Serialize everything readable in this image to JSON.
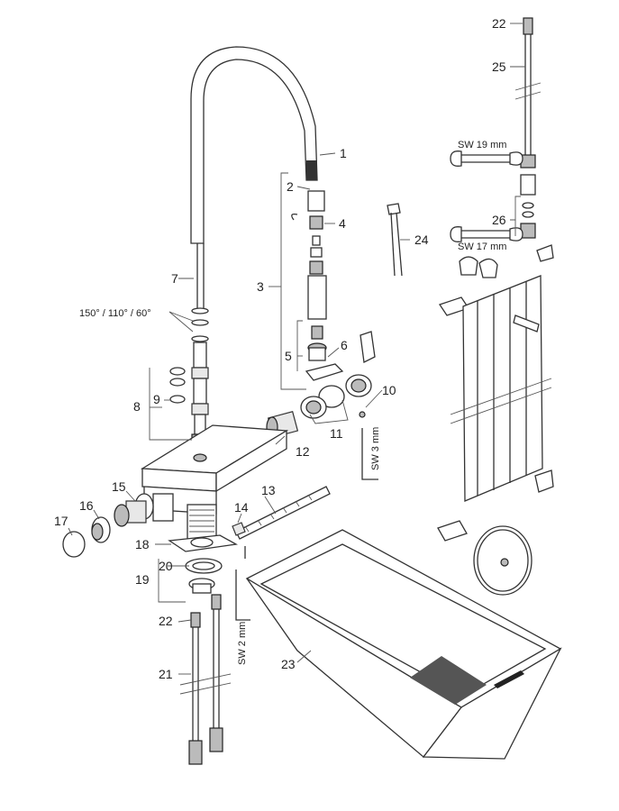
{
  "labels": {
    "p1": "1",
    "p2": "2",
    "p3": "3",
    "p4": "4",
    "p5": "5",
    "p6": "6",
    "p7": "7",
    "p8": "8",
    "p9": "9",
    "p10": "10",
    "p11": "11",
    "p12": "12",
    "p13": "13",
    "p14": "14",
    "p15": "15",
    "p16": "16",
    "p17": "17",
    "p18": "18",
    "p19": "19",
    "p20": "20",
    "p21": "21",
    "p22a": "22",
    "p22b": "22",
    "p23": "23",
    "p24": "24",
    "p25": "25",
    "p26": "26"
  },
  "annotations": {
    "swivel": "150° / 110° / 60°",
    "sw19": "SW 19 mm",
    "sw17": "SW 17 mm",
    "sw3": "SW 3 mm",
    "sw2": "SW 2 mm"
  }
}
